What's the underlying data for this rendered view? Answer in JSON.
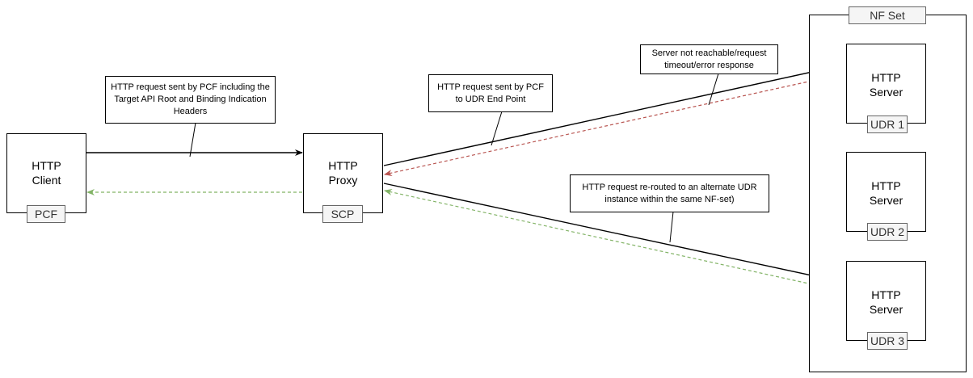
{
  "nodes": {
    "client": {
      "title_1": "HTTP",
      "title_2": "Client",
      "tag": "PCF"
    },
    "proxy": {
      "title_1": "HTTP",
      "title_2": "Proxy",
      "tag": "SCP"
    },
    "nf_set": {
      "label": "NF Set"
    },
    "servers": [
      {
        "title_1": "HTTP",
        "title_2": "Server",
        "tag": "UDR 1"
      },
      {
        "title_1": "HTTP",
        "title_2": "Server",
        "tag": "UDR 2"
      },
      {
        "title_1": "HTTP",
        "title_2": "Server",
        "tag": "UDR 3"
      }
    ]
  },
  "callouts": {
    "pcf_request": "HTTP request sent by PCF including the Target API Root and Binding Indication Headers",
    "pcf_to_udr": "HTTP request sent by PCF to UDR End Point",
    "server_unreachable": "Server not reachable/request timeout/error response",
    "rerouted": "HTTP request re-routed to an alternate UDR instance within the same NF-set)"
  },
  "colors": {
    "request_line": "#000000",
    "error_response": "#b85450",
    "success_response": "#82b366",
    "tag_fill": "#f5f5f5"
  }
}
